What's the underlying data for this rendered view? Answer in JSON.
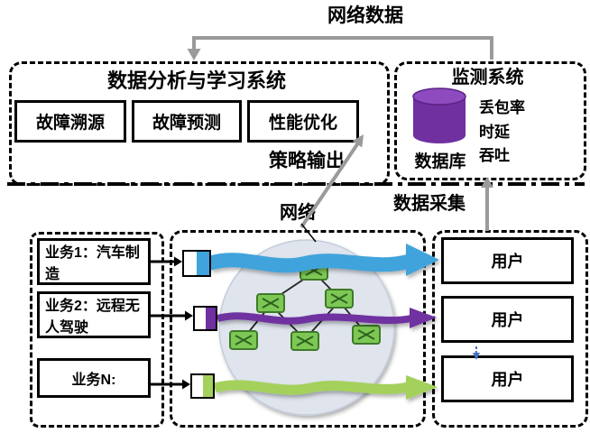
{
  "diagram": {
    "top_label": "网络数据",
    "policy_label": "策略输出",
    "network_label": "网络",
    "collection_label": "数据采集"
  },
  "analysis": {
    "title": "数据分析与学习系统",
    "modules": [
      {
        "label": "故障溯源"
      },
      {
        "label": "故障预测"
      },
      {
        "label": "性能优化"
      }
    ]
  },
  "monitoring": {
    "title": "监测系统",
    "database_label": "数据库",
    "metrics": [
      {
        "label": "丢包率"
      },
      {
        "label": "时延"
      },
      {
        "label": "吞吐"
      }
    ]
  },
  "services": [
    {
      "label": "业务1：汽车制造"
    },
    {
      "label": "业务2：远程无人驾驶"
    },
    {
      "label": "业务N:"
    }
  ],
  "users": [
    {
      "label": "用户"
    },
    {
      "label": "用户"
    },
    {
      "label": "用户"
    }
  ],
  "colors": {
    "flow_blue": "#3FA3DC",
    "flow_purple": "#7030A0",
    "flow_green": "#A3D15C",
    "database_purple": "#7030A0",
    "connector_gray": "#9A9A9A",
    "node_green": "#7DC855",
    "cloud_fill": "#DFE4ED"
  }
}
